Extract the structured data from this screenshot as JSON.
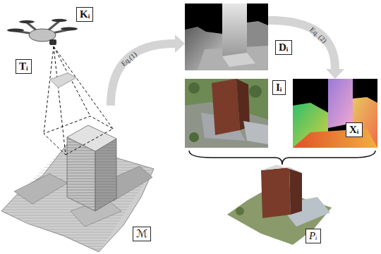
{
  "diagram": {
    "nodes": [
      {
        "text": [
          "Kᵢ",
          "Tᵢ"
        ]
      },
      {
        "text": [
          "Dᵢ"
        ]
      },
      {
        "text": [
          "Iᵢ"
        ]
      },
      {
        "text": [
          "Xᵢ"
        ]
      },
      {
        "text": [
          "ℳ"
        ]
      },
      {
        "text": [
          "Pᵢ"
        ]
      }
    ],
    "edges": [
      {
        "from": 4,
        "to": 1,
        "label": "Eq.(1)",
        "arrow": "to"
      },
      {
        "from": 1,
        "to": 3,
        "label": "Eq. (2)",
        "arrow": "to"
      }
    ]
  }
}
